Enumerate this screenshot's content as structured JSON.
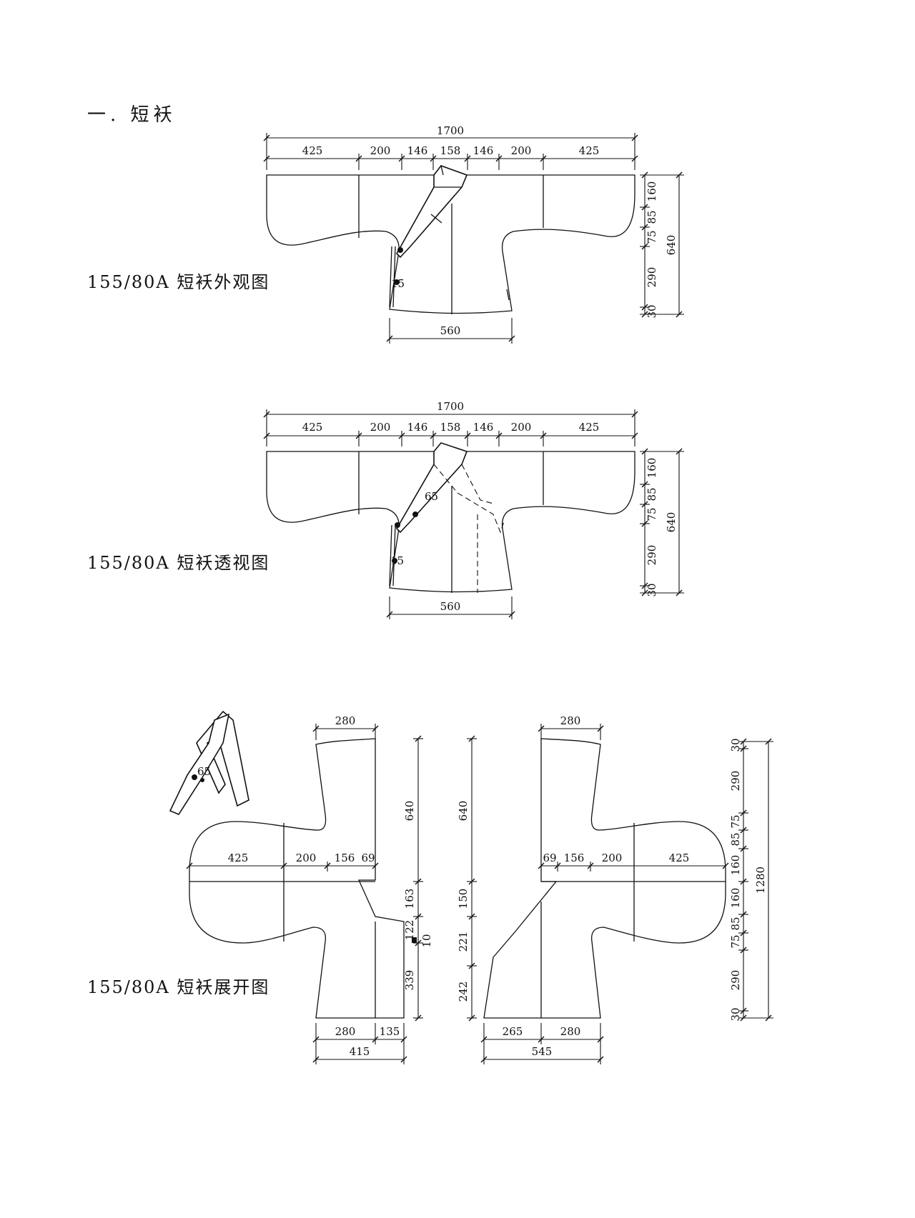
{
  "heading": "一. 短袄",
  "captions": {
    "exterior": "155/80A 短袄外观图",
    "perspective": "155/80A 短袄透视图",
    "unfolded": "155/80A 短袄展开图"
  },
  "exterior": {
    "total_width": "1700",
    "width_segments": [
      "425",
      "200",
      "146",
      "158",
      "146",
      "200",
      "425"
    ],
    "height_segments": [
      "160",
      "85",
      "75",
      "290",
      "30"
    ],
    "total_height": "640",
    "hem_width": "560",
    "tie_mark": "15"
  },
  "perspective": {
    "total_width": "1700",
    "width_segments": [
      "425",
      "200",
      "146",
      "158",
      "146",
      "200",
      "425"
    ],
    "height_segments": [
      "160",
      "85",
      "75",
      "290",
      "30"
    ],
    "total_height": "640",
    "hem_width": "560",
    "tie_mark_upper": "65",
    "tie_mark_lower": "15"
  },
  "collar_detail": {
    "mark": "65"
  },
  "left_panel": {
    "top_width": "280",
    "height": "640",
    "sleeve_segments": [
      "425",
      "200",
      "156",
      "69"
    ],
    "lower_segments": [
      "163",
      "122",
      "10",
      "339"
    ],
    "bottom_segments": [
      "280",
      "135"
    ],
    "bottom_total": "415"
  },
  "right_panel": {
    "top_width": "280",
    "height": "640",
    "sleeve_segments": [
      "69",
      "156",
      "200",
      "425"
    ],
    "lower_segments": [
      "150",
      "221",
      "242"
    ],
    "bottom_segments": [
      "265",
      "280"
    ],
    "bottom_total": "545",
    "side_segments": [
      "30",
      "290",
      "75",
      "85",
      "160",
      "160",
      "85",
      "75",
      "290",
      "30"
    ],
    "side_total": "1280"
  }
}
